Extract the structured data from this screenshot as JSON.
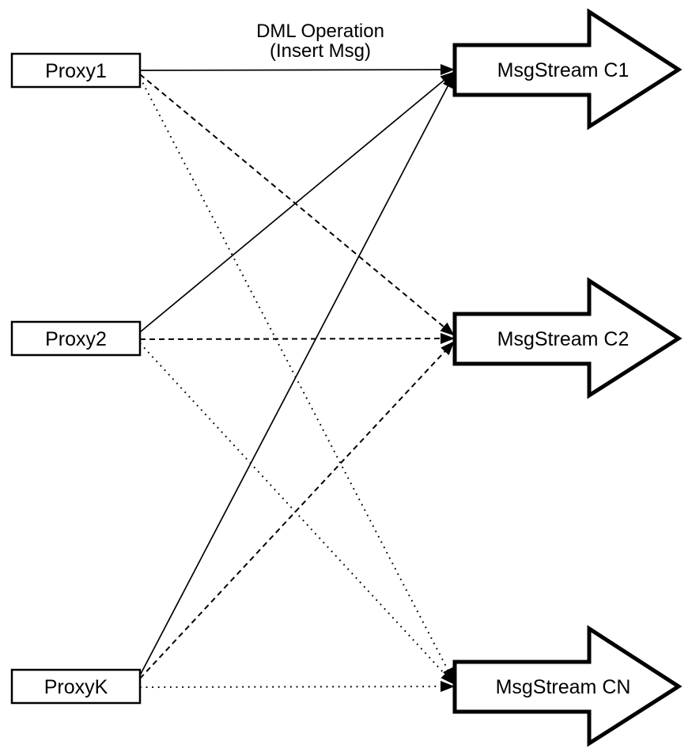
{
  "diagram": {
    "title": "Proxy to MsgStream fan-out",
    "colors": {
      "stroke": "#000000",
      "fill": "#ffffff",
      "background": "#ffffff"
    },
    "annotation": {
      "line1": "DML Operation",
      "line2": "(Insert Msg)"
    },
    "proxies": [
      {
        "label": "Proxy1"
      },
      {
        "label": "Proxy2"
      },
      {
        "label": "ProxyK"
      }
    ],
    "streams": [
      {
        "label": "MsgStream C1"
      },
      {
        "label": "MsgStream C2"
      },
      {
        "label": "MsgStream CN"
      }
    ],
    "edges": [
      {
        "from": "Proxy1",
        "to": "MsgStream C1",
        "style": "solid",
        "arrowhead": "filled-black"
      },
      {
        "from": "Proxy1",
        "to": "MsgStream C2",
        "style": "dashed",
        "arrowhead": "filled-black"
      },
      {
        "from": "Proxy1",
        "to": "MsgStream CN",
        "style": "dotted",
        "arrowhead": "filled-black"
      },
      {
        "from": "Proxy2",
        "to": "MsgStream C1",
        "style": "solid",
        "arrowhead": "filled-black"
      },
      {
        "from": "Proxy2",
        "to": "MsgStream C2",
        "style": "dashed",
        "arrowhead": "filled-black"
      },
      {
        "from": "Proxy2",
        "to": "MsgStream CN",
        "style": "dotted",
        "arrowhead": "filled-black"
      },
      {
        "from": "ProxyK",
        "to": "MsgStream C1",
        "style": "solid",
        "arrowhead": "filled-black"
      },
      {
        "from": "ProxyK",
        "to": "MsgStream C2",
        "style": "dashed",
        "arrowhead": "filled-black"
      },
      {
        "from": "ProxyK",
        "to": "MsgStream CN",
        "style": "dotted",
        "arrowhead": "filled-black"
      }
    ]
  }
}
